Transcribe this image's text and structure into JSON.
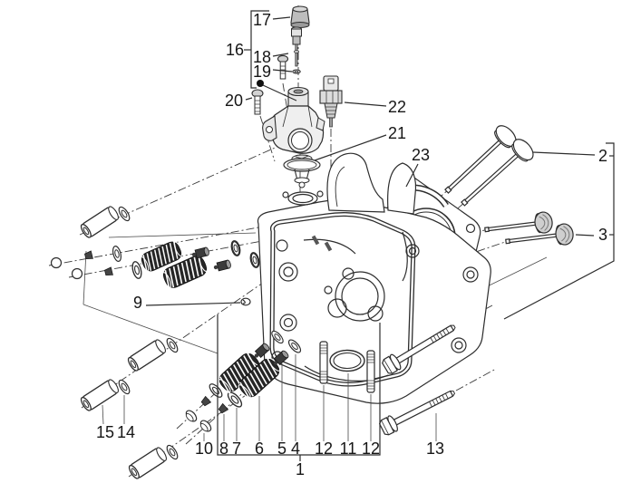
{
  "figure": {
    "type": "exploded-parts-diagram",
    "subject": "Engine cylinder head assembly - exploded view",
    "background_color": "#ffffff",
    "line_color": "#2d2d2d"
  },
  "callouts": {
    "c1": {
      "number": "1"
    },
    "c2": {
      "number": "2"
    },
    "c3": {
      "number": "3"
    },
    "c4": {
      "number": "4"
    },
    "c5": {
      "number": "5"
    },
    "c6": {
      "number": "6"
    },
    "c7": {
      "number": "7"
    },
    "c8": {
      "number": "8"
    },
    "c9": {
      "number": "9"
    },
    "c10": {
      "number": "10"
    },
    "c11": {
      "number": "11"
    },
    "c12a": {
      "number": "12"
    },
    "c12b": {
      "number": "12"
    },
    "c13": {
      "number": "13"
    },
    "c14": {
      "number": "14"
    },
    "c15": {
      "number": "15"
    },
    "c16": {
      "number": "16"
    },
    "c17": {
      "number": "17"
    },
    "c18": {
      "number": "18"
    },
    "c19": {
      "number": "19"
    },
    "c20": {
      "number": "20"
    },
    "c21": {
      "number": "21"
    },
    "c22": {
      "number": "22"
    },
    "c23": {
      "number": "23"
    }
  }
}
